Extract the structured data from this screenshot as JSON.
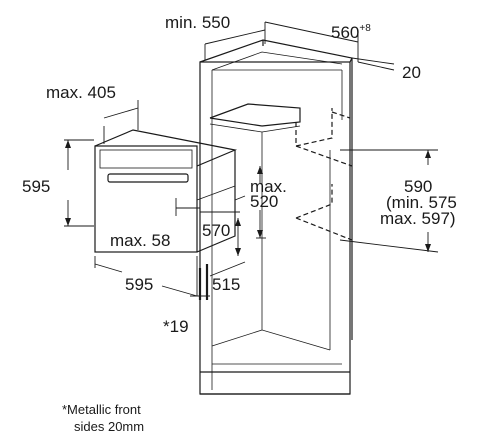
{
  "dimensions": {
    "min_550": "min. 550",
    "depth_560": "560",
    "depth_560_sup": "+8",
    "side_20": "20",
    "max_405": "max. 405",
    "height_595": "595",
    "max_520_line1": "max.",
    "max_520_line2": "520",
    "max_58": "max. 58",
    "dim_570": "570",
    "width_595": "595",
    "dim_515": "515",
    "star_19": "*19",
    "h590_line1": "590",
    "h590_line2": "(min. 575",
    "h590_line3": "max. 597)"
  },
  "footnote": {
    "line1": "*Metallic front",
    "line2": "sides 20mm"
  }
}
